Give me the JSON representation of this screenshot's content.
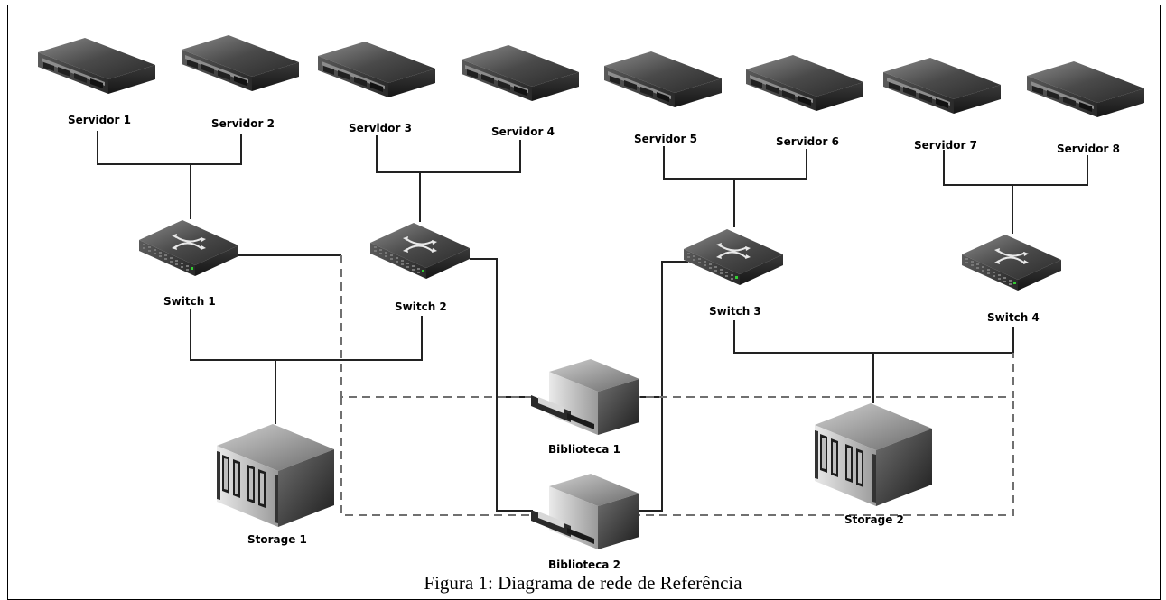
{
  "diagram": {
    "servers": [
      {
        "label": "Servidor 1"
      },
      {
        "label": "Servidor 2"
      },
      {
        "label": "Servidor 3"
      },
      {
        "label": "Servidor 4"
      },
      {
        "label": "Servidor 5"
      },
      {
        "label": "Servidor 6"
      },
      {
        "label": "Servidor 7"
      },
      {
        "label": "Servidor 8"
      }
    ],
    "switches": [
      {
        "label": "Switch 1"
      },
      {
        "label": "Switch 2"
      },
      {
        "label": "Switch 3"
      },
      {
        "label": "Switch 4"
      }
    ],
    "libraries": [
      {
        "label": "Biblioteca 1"
      },
      {
        "label": "Biblioteca 2"
      }
    ],
    "storages": [
      {
        "label": "Storage 1"
      },
      {
        "label": "Storage 2"
      }
    ]
  },
  "caption": "Figura 1: Diagrama de rede de Referência",
  "colors": {
    "line": "#222222",
    "dashed": "#707070",
    "device_dark": "#333333",
    "device_light": "#9a9a9a"
  }
}
